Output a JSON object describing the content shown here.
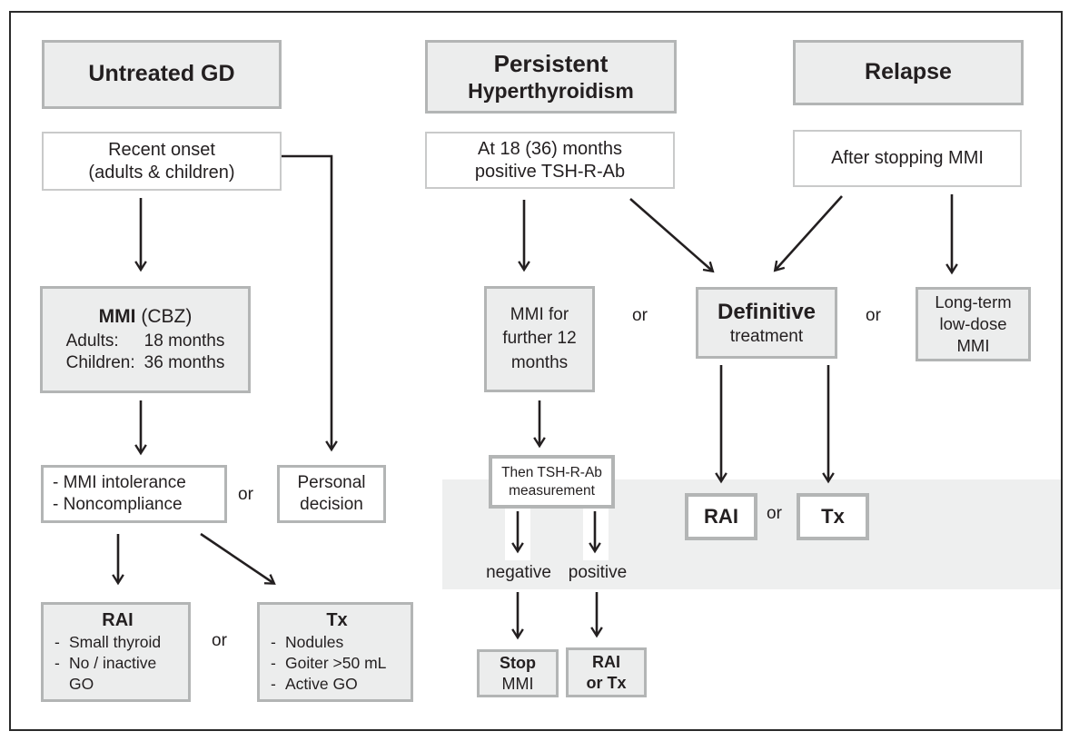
{
  "figure": {
    "dash": "-"
  },
  "connectors": {
    "or1": "or",
    "or2": "or",
    "or3": "or",
    "or4": "or",
    "or5": "or"
  },
  "left": {
    "header": "Untreated GD",
    "recent_onset": {
      "line1": "Recent onset",
      "line2": "(adults & children)"
    },
    "mmi_box": {
      "title_main": "MMI",
      "title_suffix": " (CBZ)",
      "row1_label": "Adults:",
      "row1_value": "18 months",
      "row2_label": "Children:",
      "row2_value": "36 months"
    },
    "intolerance_box": {
      "line1": "- MMI intolerance",
      "line2": "- Noncompliance"
    },
    "personal_box": {
      "line1": "Personal",
      "line2": "decision"
    },
    "rai_box": {
      "title": "RAI",
      "item1": "Small thyroid",
      "item2": "No / inactive",
      "item2_cont": "GO"
    },
    "tx_box": {
      "title": "Tx",
      "item1": "Nodules",
      "item2": "Goiter >50 mL",
      "item3": "Active GO"
    }
  },
  "middle": {
    "header_line1": "Persistent",
    "header_line2": "Hyperthyroidism",
    "at18_box": {
      "line1": "At 18 (36) months",
      "line2": "positive TSH-R-Ab"
    },
    "mmi_further_box": {
      "line1": "MMI for",
      "line2": "further 12",
      "line3": "months"
    },
    "definitive_box": {
      "line1": "Definitive",
      "line2": "treatment"
    },
    "then_tsh_box": {
      "line1": "Then TSH-R-Ab",
      "line2": "measurement"
    },
    "negative_label": "negative",
    "positive_label": "positive",
    "rai_band_label": "RAI",
    "tx_band_label": "Tx",
    "stop_box": {
      "line1": "Stop",
      "line2": "MMI"
    },
    "rai_tx_box": {
      "line1": "RAI",
      "line2": "or Tx"
    }
  },
  "right": {
    "header": "Relapse",
    "after_box": "After stopping MMI",
    "longterm_box": {
      "line1": "Long-term",
      "line2": "low-dose",
      "line3": "MMI"
    }
  }
}
